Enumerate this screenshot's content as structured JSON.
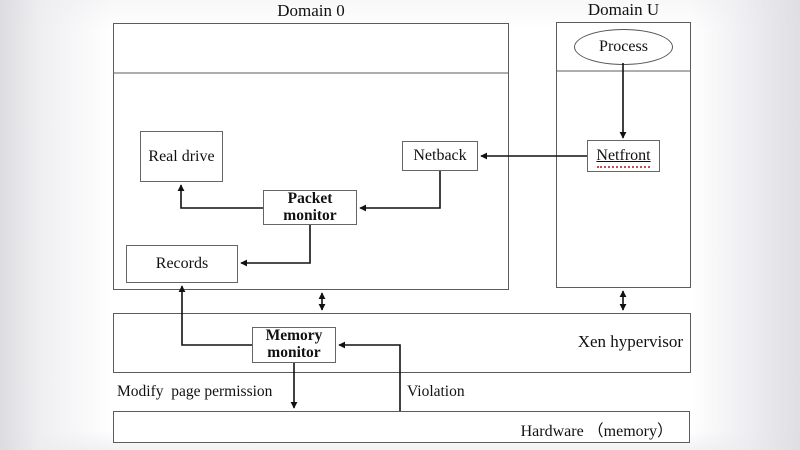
{
  "diagram": {
    "domain0_title": "Domain 0",
    "domainU_title": "Domain U",
    "process": "Process",
    "real_drive": "Real drive",
    "netback": "Netback",
    "netfront": "Netfront",
    "packet_monitor": "Packet monitor",
    "records": "Records",
    "memory_monitor": "Memory monitor",
    "xen_hypervisor": "Xen hypervisor",
    "hardware": "Hardware （memory）",
    "label_modify": "Modify  page permission",
    "label_violation": "Violation",
    "colors": {
      "line": "#1a1a1a",
      "box_border": "#5c5c5c",
      "spellcheck_underline": "#c0504d",
      "background": "#ffffff"
    }
  }
}
